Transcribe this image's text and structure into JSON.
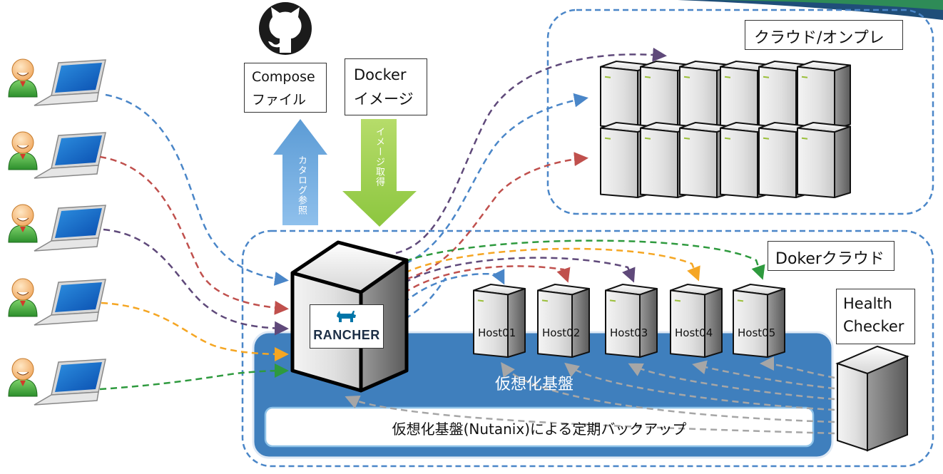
{
  "labels": {
    "cloud_onprem": "クラウド/オンプレ",
    "docker_cloud": "Dokerクラウド",
    "compose_line1": "Compose",
    "compose_line2": "ファイル",
    "docker_line1": "Docker",
    "docker_line2": "イメージ",
    "catalog_ref": "カタログ参照",
    "image_get": "イメージ取得",
    "rancher": "RANCHER",
    "virtual_base": "仮想化基盤",
    "backup": "仮想化基盤(Nutanix)による定期バックアップ",
    "health_line1": "Health",
    "health_line2": "Checker"
  },
  "hosts": [
    "Host01",
    "Host02",
    "Host03",
    "Host04",
    "Host05"
  ],
  "icons": {
    "github": "github-icon",
    "user": "user-icon",
    "laptop": "laptop-icon",
    "server": "server-icon",
    "rancher": "rancher-logo"
  },
  "colors": {
    "blue_dash": "#4a86c8",
    "red_dash": "#c0504d",
    "purple_dash": "#5f497a",
    "orange_dash": "#f5a623",
    "green_dash": "#2e9a3e",
    "gray_dash": "#a6a6a6",
    "platform": "#3f7fbd",
    "arrow_up": "#5b9bd5",
    "arrow_down": "#9bc84a"
  }
}
